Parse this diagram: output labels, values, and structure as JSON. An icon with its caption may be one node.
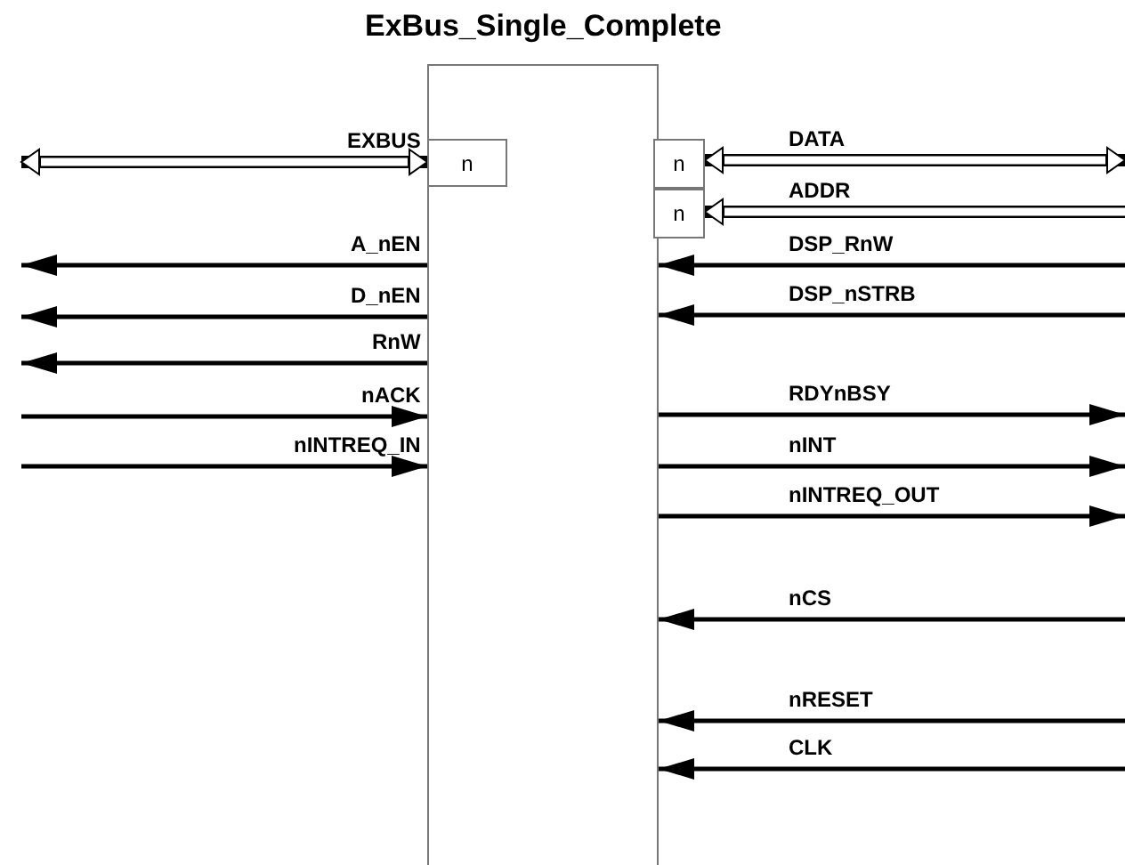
{
  "diagram": {
    "nodes": [
      {
        "text": [
          "ExBus_Single_Complete"
        ]
      },
      {
        "text": [
          "n"
        ],
        "in": 0
      },
      {
        "text": [
          "n"
        ]
      },
      {
        "text": [
          "n"
        ]
      }
    ],
    "edges": [
      {
        "from": null,
        "to": 1,
        "arrow": "both",
        "label": "EXBUS",
        "style": "thick"
      },
      {
        "from": 0,
        "to": null,
        "arrow": "to",
        "label": "A_nEN"
      },
      {
        "from": 0,
        "to": null,
        "arrow": "to",
        "label": "D_nEN"
      },
      {
        "from": 0,
        "to": null,
        "arrow": "to",
        "label": "RnW"
      },
      {
        "from": null,
        "to": 0,
        "arrow": "to",
        "label": "nACK"
      },
      {
        "from": null,
        "to": 0,
        "arrow": "to",
        "label": "nINTREQ_IN"
      },
      {
        "from": 2,
        "to": null,
        "arrow": "both",
        "label": "DATA",
        "style": "thick"
      },
      {
        "from": null,
        "to": 3,
        "arrow": "to",
        "label": "ADDR",
        "style": "thick"
      },
      {
        "from": null,
        "to": 0,
        "arrow": "to",
        "label": "DSP_RnW"
      },
      {
        "from": null,
        "to": 0,
        "arrow": "to",
        "label": "DSP_nSTRB"
      },
      {
        "from": 0,
        "to": null,
        "arrow": "to",
        "label": "RDYnBSY"
      },
      {
        "from": 0,
        "to": null,
        "arrow": "to",
        "label": "nINT"
      },
      {
        "from": 0,
        "to": null,
        "arrow": "to",
        "label": "nINTREQ_OUT"
      },
      {
        "from": null,
        "to": 0,
        "arrow": "to",
        "label": "nCS"
      },
      {
        "from": null,
        "to": 0,
        "arrow": "to",
        "label": "nRESET"
      },
      {
        "from": null,
        "to": 0,
        "arrow": "to",
        "label": "CLK"
      }
    ]
  }
}
